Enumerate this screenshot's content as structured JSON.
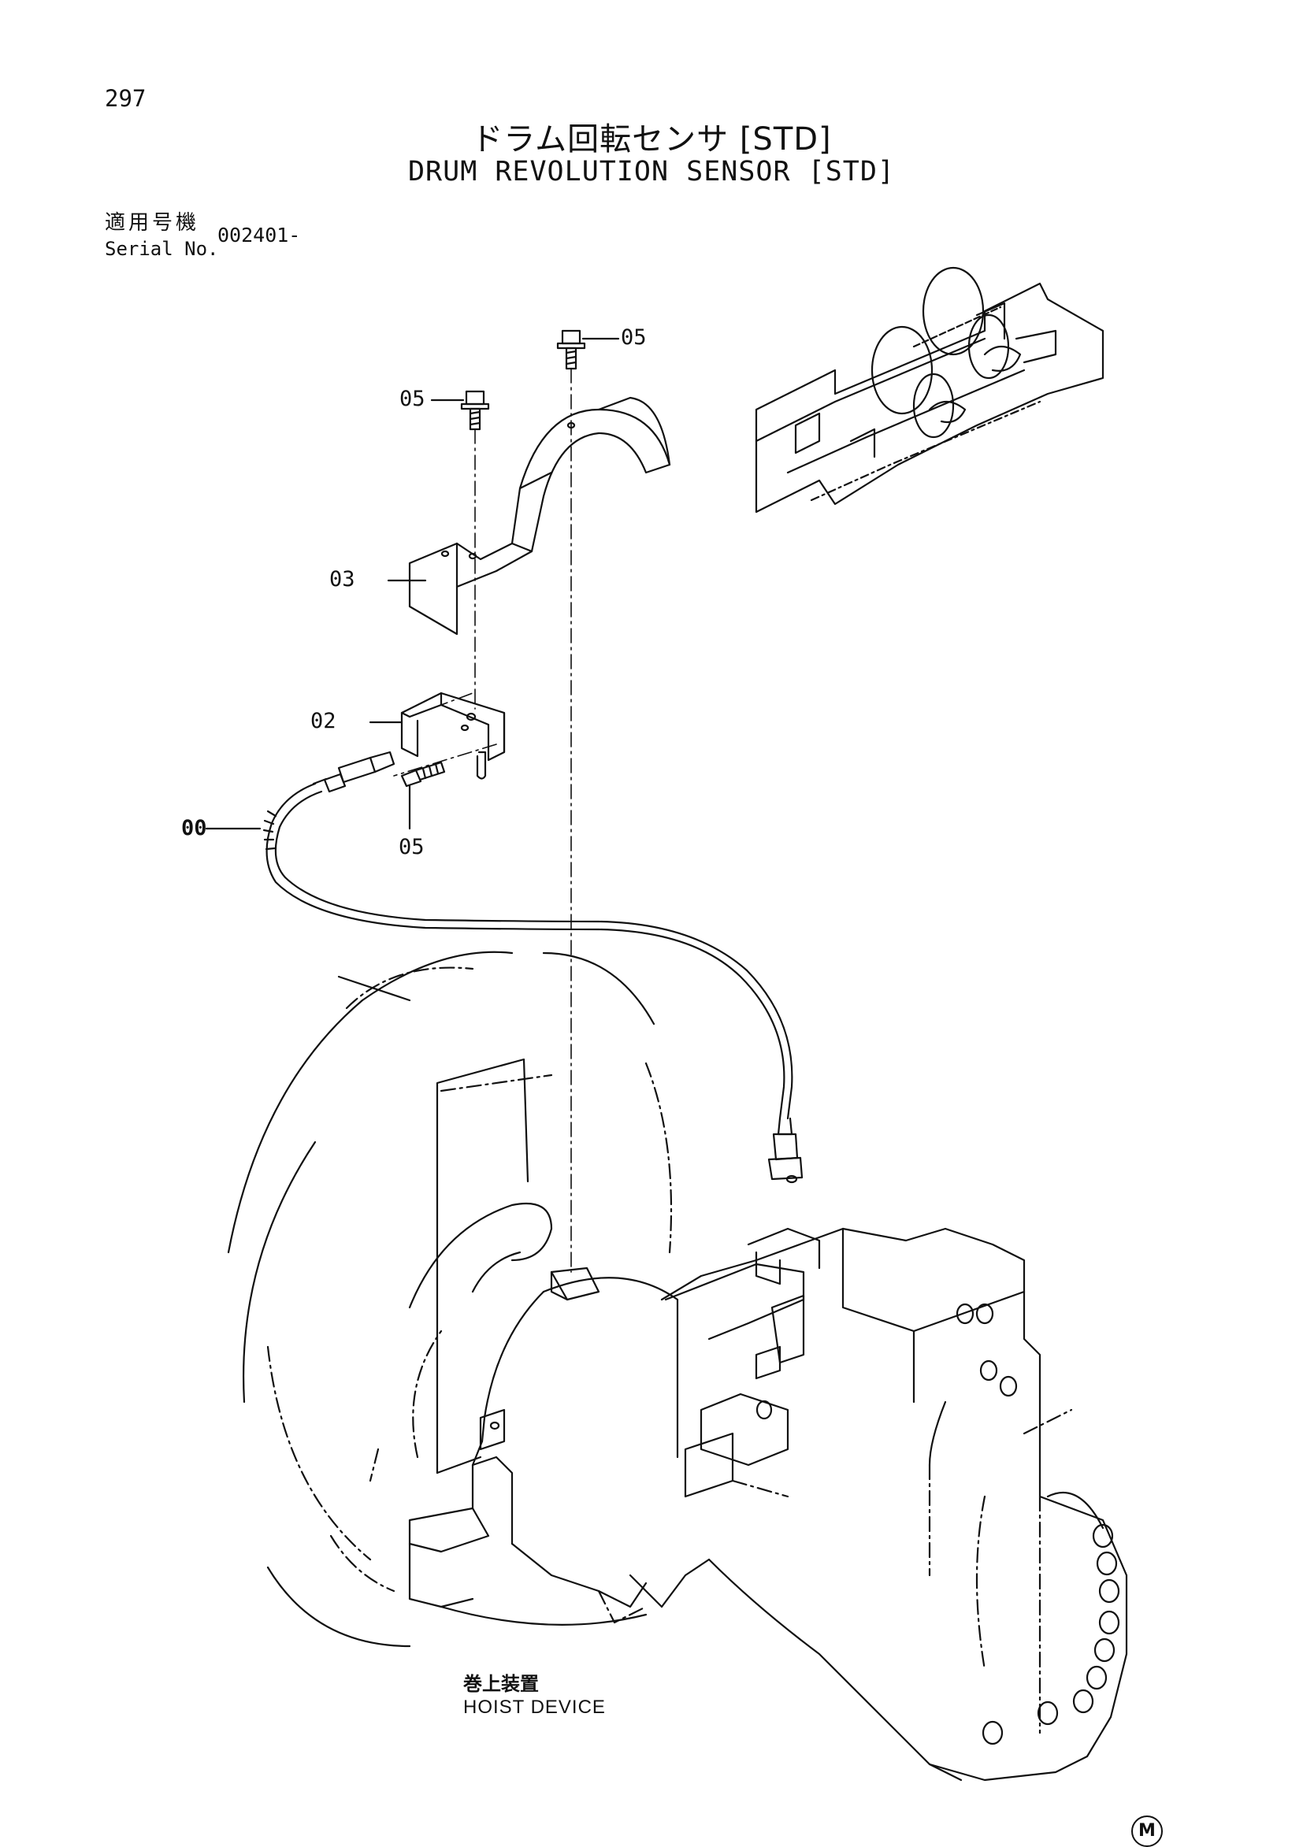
{
  "page": {
    "number": "297",
    "title_jp": "ドラム回転センサ [STD]",
    "title_en": "DRUM REVOLUTION SENSOR [STD]"
  },
  "serial": {
    "label_jp": "適用号機",
    "label_en": "Serial No.",
    "value": "002401-"
  },
  "callouts": {
    "c05_top": "05",
    "c05_left": "05",
    "c03": "03",
    "c02": "02",
    "c00": "00",
    "c05_bottom": "05"
  },
  "caption": {
    "jp": "巻上装置",
    "en": "HOIST DEVICE"
  },
  "mark": "M"
}
